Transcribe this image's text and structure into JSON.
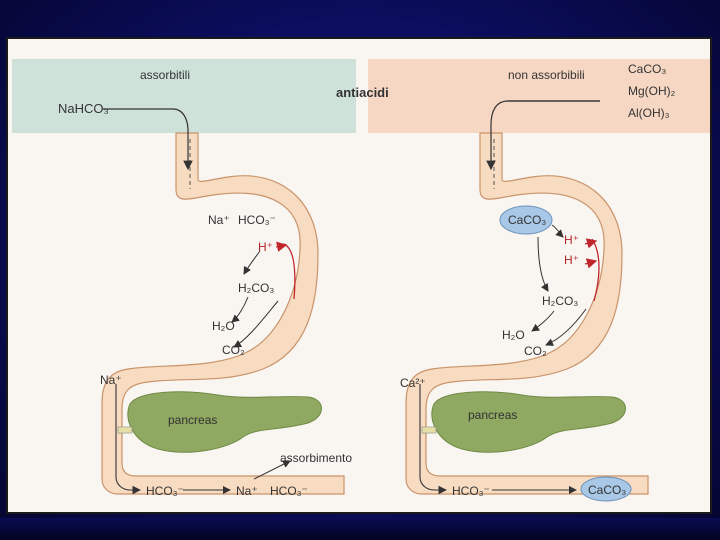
{
  "center_label": "antiacidi",
  "left": {
    "header": "assorbitili",
    "compound": "NaHCO₃",
    "stomach": {
      "na": "Na⁺",
      "hco3": "HCO₃⁻",
      "h": "H⁺",
      "h2co3": "H₂CO₃",
      "h2o": "H₂O",
      "co2": "CO₂"
    },
    "duodenum_ion": "Na⁺",
    "pancreas": "pancreas",
    "absorption": "assorbimento",
    "bottom": {
      "hco3_in": "HCO₃⁻",
      "na": "Na⁺",
      "hco3_out": "HCO₃⁻"
    }
  },
  "right": {
    "header": "non assorbibili",
    "compounds": [
      "CaCO₃",
      "Mg(OH)₂",
      "Al(OH)₃"
    ],
    "stomach": {
      "caco3": "CaCO₃",
      "h1": "H⁺",
      "h2": "H⁺",
      "h2co3": "H₂CO₃",
      "h2o": "H₂O",
      "co2": "CO₂"
    },
    "duodenum_ion": "Ca²⁺",
    "pancreas": "pancreas",
    "bottom": {
      "hco3": "HCO₃⁻",
      "caco3": "CaCO₃"
    }
  },
  "colors": {
    "left_header_bg": "#cfe2da",
    "right_header_bg": "#f6d7c3",
    "gut": "#f7dcc2",
    "gut_outline": "#c9936a",
    "pancreas": "#8fa862",
    "caco3_blob": "#a9c7e6",
    "arrow_red": "#c0272d"
  }
}
